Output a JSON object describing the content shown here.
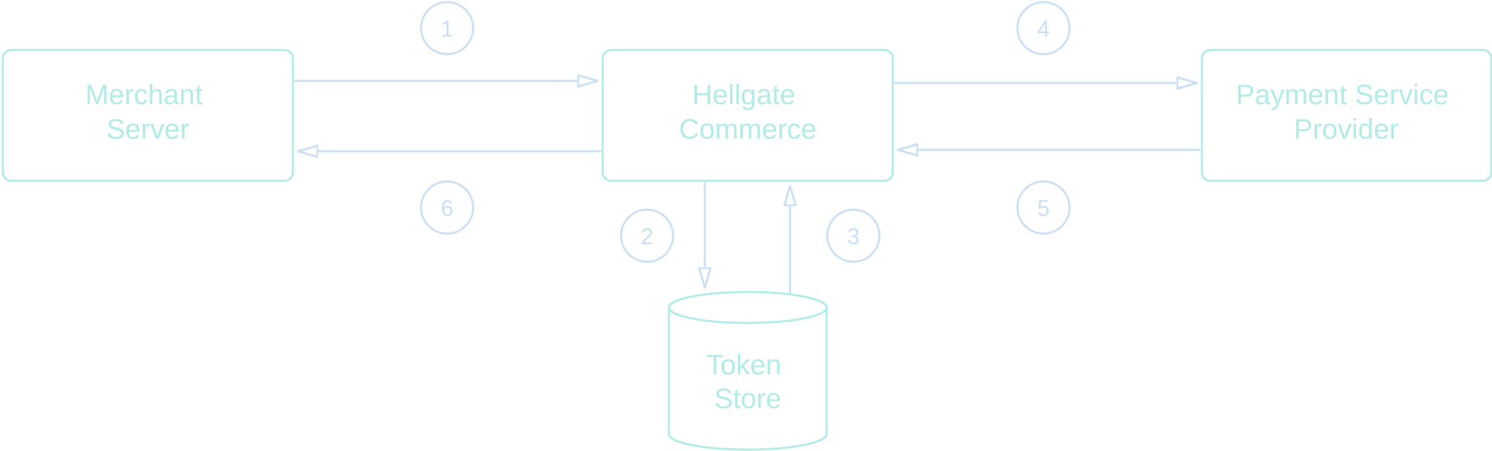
{
  "colors": {
    "node_stroke": "#b3ebe6",
    "arrow_stroke": "#cce0f3",
    "node_text": "#b3ebe6",
    "step_text": "#cce0f3",
    "background": "#ffffff"
  },
  "nodes": {
    "merchant": {
      "lines": [
        "Merchant",
        "Server"
      ]
    },
    "hellgate": {
      "lines": [
        "Hellgate",
        "Commerce"
      ]
    },
    "psp": {
      "lines": [
        "Payment Service",
        "Provider"
      ]
    },
    "token_store": {
      "lines": [
        "Token",
        "Store"
      ]
    }
  },
  "steps": {
    "s1": "1",
    "s2": "2",
    "s3": "3",
    "s4": "4",
    "s5": "5",
    "s6": "6"
  }
}
